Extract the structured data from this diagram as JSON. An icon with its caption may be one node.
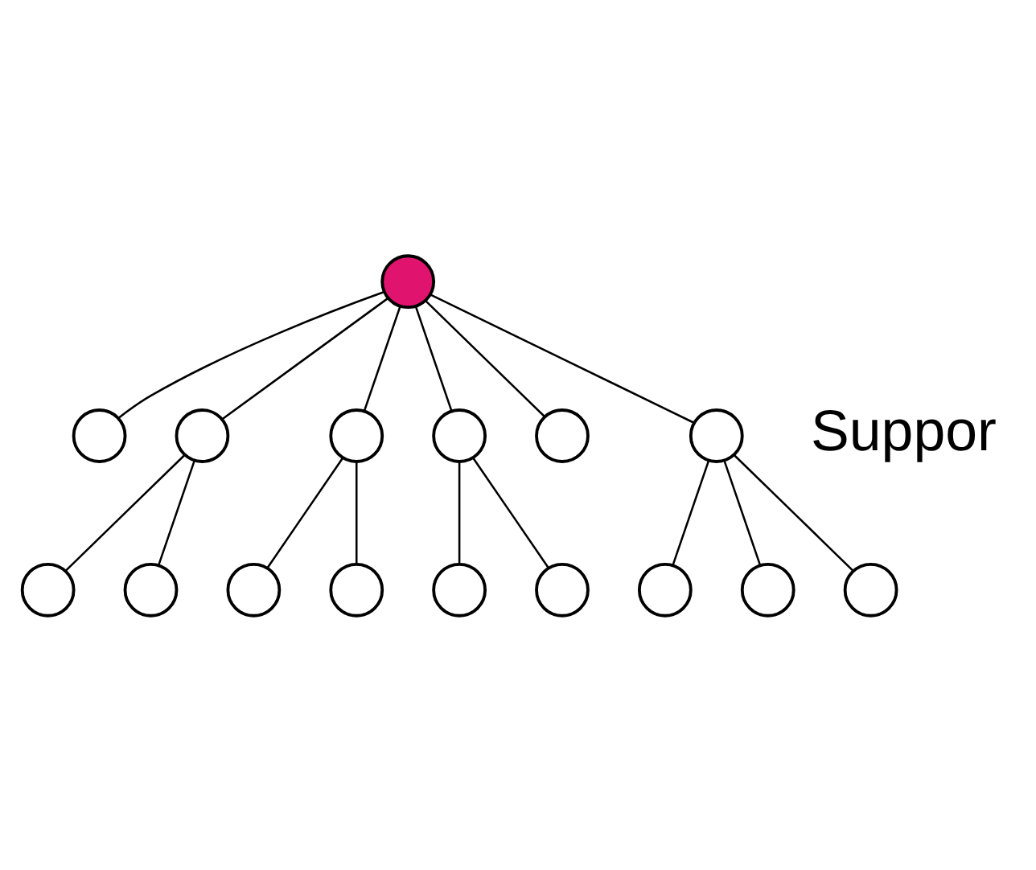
{
  "diagram": {
    "nodes": [
      {
        "text": [],
        "shape": "circle"
      },
      {
        "text": [],
        "shape": "circle"
      },
      {
        "text": [],
        "shape": "circle"
      },
      {
        "text": [],
        "shape": "circle"
      },
      {
        "text": [],
        "shape": "circle"
      },
      {
        "text": [],
        "shape": "circle"
      },
      {
        "text": [],
        "shape": "circle"
      },
      {
        "text": [],
        "shape": "circle"
      },
      {
        "text": [],
        "shape": "circle"
      },
      {
        "text": [],
        "shape": "circle"
      },
      {
        "text": [],
        "shape": "circle"
      },
      {
        "text": [],
        "shape": "circle"
      },
      {
        "text": [],
        "shape": "circle"
      },
      {
        "text": [],
        "shape": "circle"
      },
      {
        "text": [],
        "shape": "circle"
      },
      {
        "text": [],
        "shape": "circle"
      }
    ],
    "edges": [
      {
        "from": 0,
        "to": 1,
        "arrow": "none"
      },
      {
        "from": 0,
        "to": 2,
        "arrow": "none"
      },
      {
        "from": 0,
        "to": 3,
        "arrow": "none"
      },
      {
        "from": 0,
        "to": 4,
        "arrow": "none"
      },
      {
        "from": 0,
        "to": 5,
        "arrow": "none"
      },
      {
        "from": 0,
        "to": 6,
        "arrow": "none"
      },
      {
        "from": 2,
        "to": 7,
        "arrow": "none"
      },
      {
        "from": 2,
        "to": 8,
        "arrow": "none"
      },
      {
        "from": 3,
        "to": 9,
        "arrow": "none"
      },
      {
        "from": 3,
        "to": 10,
        "arrow": "none"
      },
      {
        "from": 4,
        "to": 11,
        "arrow": "none"
      },
      {
        "from": 4,
        "to": 12,
        "arrow": "none"
      },
      {
        "from": 6,
        "to": 13,
        "arrow": "none"
      },
      {
        "from": 6,
        "to": 14,
        "arrow": "none"
      },
      {
        "from": 6,
        "to": 15,
        "arrow": "none"
      }
    ],
    "labels": [
      "Suppor"
    ]
  }
}
